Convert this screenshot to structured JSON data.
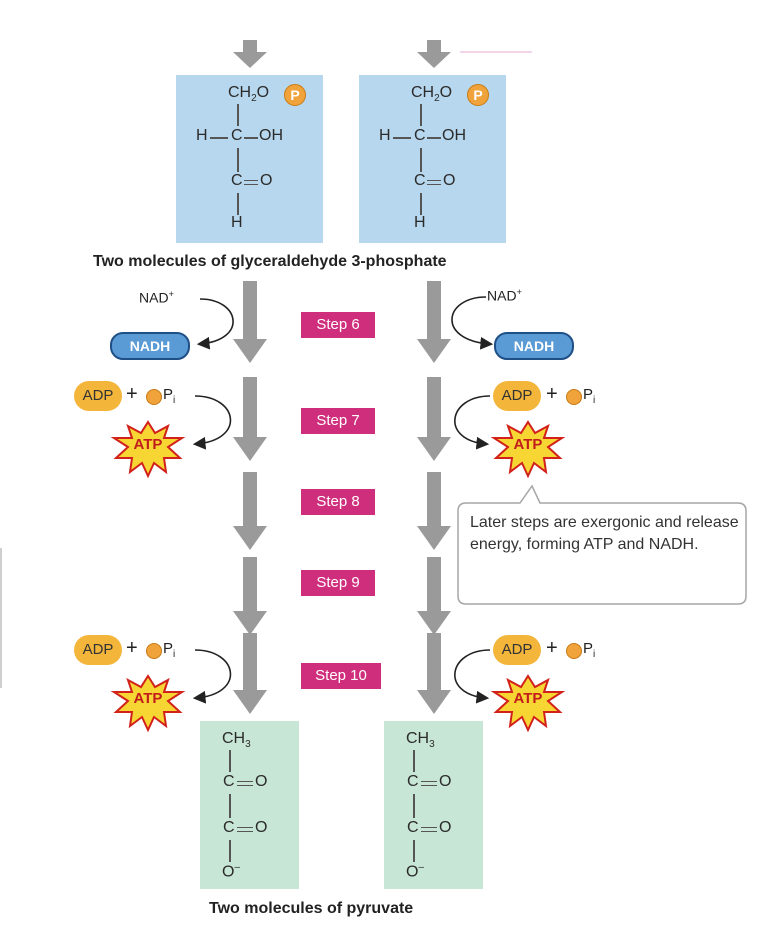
{
  "g3p": {
    "caption": "Two molecules of glyceraldehyde 3-phosphate",
    "left": {
      "ch2o": "CH",
      "sub2": "2",
      "o": "O",
      "p": "P",
      "h1": "H",
      "c1": "C",
      "oh": "OH",
      "c2": "C",
      "o2": "O",
      "h2": "H"
    },
    "right": {
      "ch2o": "CH",
      "sub2": "2",
      "o": "O",
      "p": "P",
      "h1": "H",
      "c1": "C",
      "oh": "OH",
      "c2": "C",
      "o2": "O",
      "h2": "H"
    }
  },
  "pyruvate": {
    "caption": "Two molecules of pyruvate",
    "left": {
      "ch": "CH",
      "sub3": "3",
      "c1": "C",
      "o1": "O",
      "c2": "C",
      "o2": "O",
      "o3": "O",
      "minus": "–"
    },
    "right": {
      "ch": "CH",
      "sub3": "3",
      "c1": "C",
      "o1": "O",
      "c2": "C",
      "o2": "O",
      "o3": "O",
      "minus": "–"
    }
  },
  "steps": [
    "Step 6",
    "Step 7",
    "Step 8",
    "Step 9",
    "Step 10"
  ],
  "cofactors": {
    "nad": "NAD",
    "nad_sup": "+",
    "nadh": "NADH",
    "adp": "ADP",
    "plus": "+",
    "pi": "P",
    "pi_sub": "i",
    "atp": "ATP"
  },
  "callout": {
    "text": "Later steps are exergonic and release energy, forming ATP and NADH."
  },
  "colors": {
    "arrow": "#9a9a9a",
    "step": "#cf2e7c",
    "g3p_box": "#b6d7ed",
    "pyruvate_box": "#c8e6d6",
    "atp_fill": "#f7d634",
    "atp_outline": "#d2211a"
  }
}
